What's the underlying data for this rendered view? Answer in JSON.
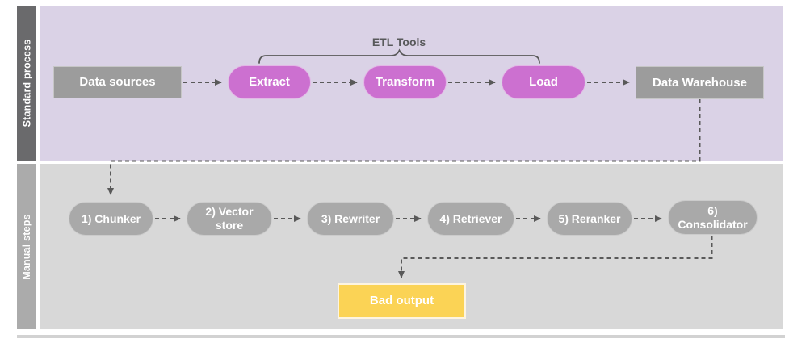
{
  "diagram": {
    "lanes": [
      {
        "label": "Standard process"
      },
      {
        "label": "Manual steps"
      }
    ],
    "etl_group_label": "ETL Tools",
    "standard_nodes": {
      "data_sources": "Data sources",
      "extract": "Extract",
      "transform": "Transform",
      "load": "Load",
      "data_warehouse": "Data Warehouse"
    },
    "manual_nodes": {
      "step1": "1) Chunker",
      "step2": "2) Vector store",
      "step3": "3) Rewriter",
      "step4": "4) Retriever",
      "step5": "5) Reranker",
      "step6": "6) Consolidator",
      "bad_output": "Bad output"
    },
    "colors": {
      "standard_lane_bg": "#DAD2E6",
      "standard_label_bg": "#6A6A6C",
      "manual_lane_bg": "#D8D8D8",
      "manual_label_bg": "#ABABAB",
      "etl_node_fill": "#CC70D0",
      "gray_node_fill": "#9C9C9C",
      "manual_node_fill": "#A9A9A9",
      "bad_output_fill": "#FBD355",
      "connector": "#595959",
      "node_text": "#FFFFFF"
    }
  }
}
